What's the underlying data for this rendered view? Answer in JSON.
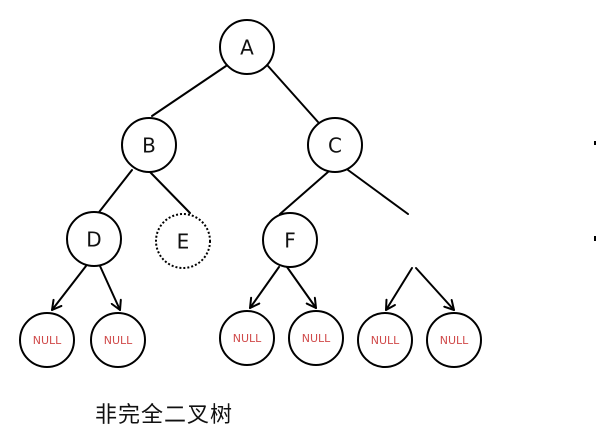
{
  "caption": "非完全二叉树",
  "colors": {
    "stroke": "#000000",
    "node_text": "#111111",
    "null_text": "#d04a4a"
  },
  "nodes": [
    {
      "id": "A",
      "label": "A"
    },
    {
      "id": "B",
      "label": "B"
    },
    {
      "id": "C",
      "label": "C"
    },
    {
      "id": "D",
      "label": "D"
    },
    {
      "id": "E",
      "label": "E"
    },
    {
      "id": "F",
      "label": "F"
    }
  ],
  "null_nodes": [
    {
      "id": "null-1",
      "label": "NULL"
    },
    {
      "id": "null-2",
      "label": "NULL"
    },
    {
      "id": "null-3",
      "label": "NULL"
    },
    {
      "id": "null-4",
      "label": "NULL"
    },
    {
      "id": "null-5",
      "label": "NULL"
    },
    {
      "id": "null-6",
      "label": "NULL"
    }
  ]
}
